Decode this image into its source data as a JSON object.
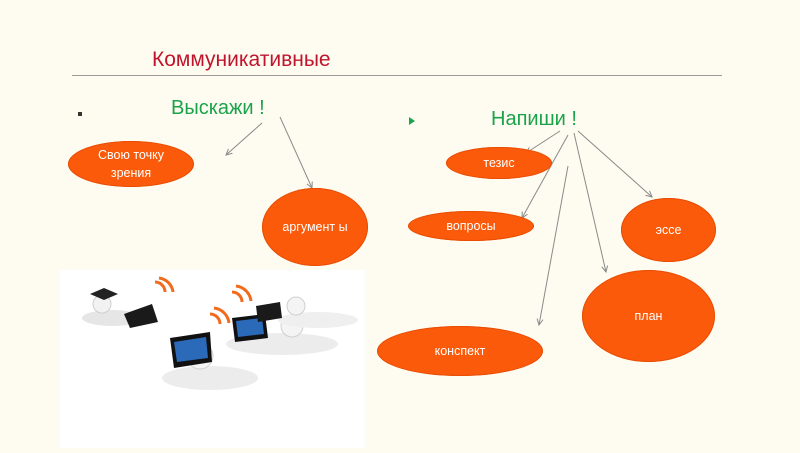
{
  "title": "Коммуникативные",
  "left": {
    "heading": "Выскажи !",
    "items": [
      "Свою точку зрения",
      "аргумент ы"
    ]
  },
  "right": {
    "heading": "Напиши !",
    "items": [
      "тезис",
      "вопросы",
      "эссе",
      "план",
      "конспект"
    ]
  },
  "colors": {
    "title": "#c0142e",
    "heading": "#1aa34a",
    "ellipse": "#fa5a0a"
  },
  "illustration": "figures lying with laptops and wifi icons"
}
